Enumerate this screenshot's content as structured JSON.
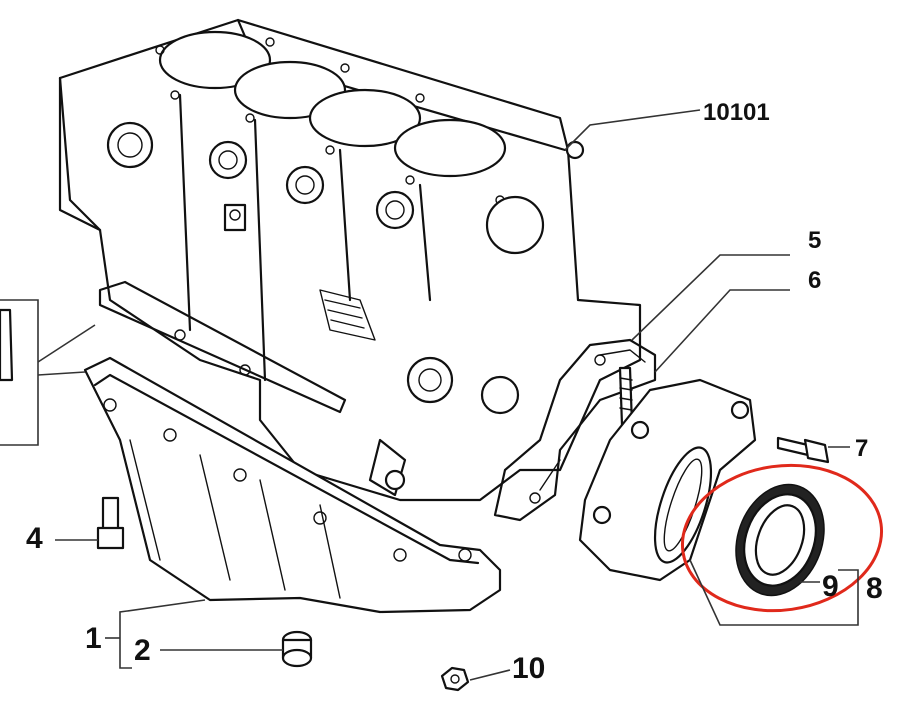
{
  "callouts": {
    "c10101": "10101",
    "c5": "5",
    "c6": "6",
    "c7": "7",
    "c8": "8",
    "c9": "9",
    "c4": "4",
    "c1": "1",
    "c2": "2",
    "c10": "10"
  },
  "colors": {
    "highlight": "#e0291b",
    "ink": "#111111",
    "background": "#ffffff"
  }
}
